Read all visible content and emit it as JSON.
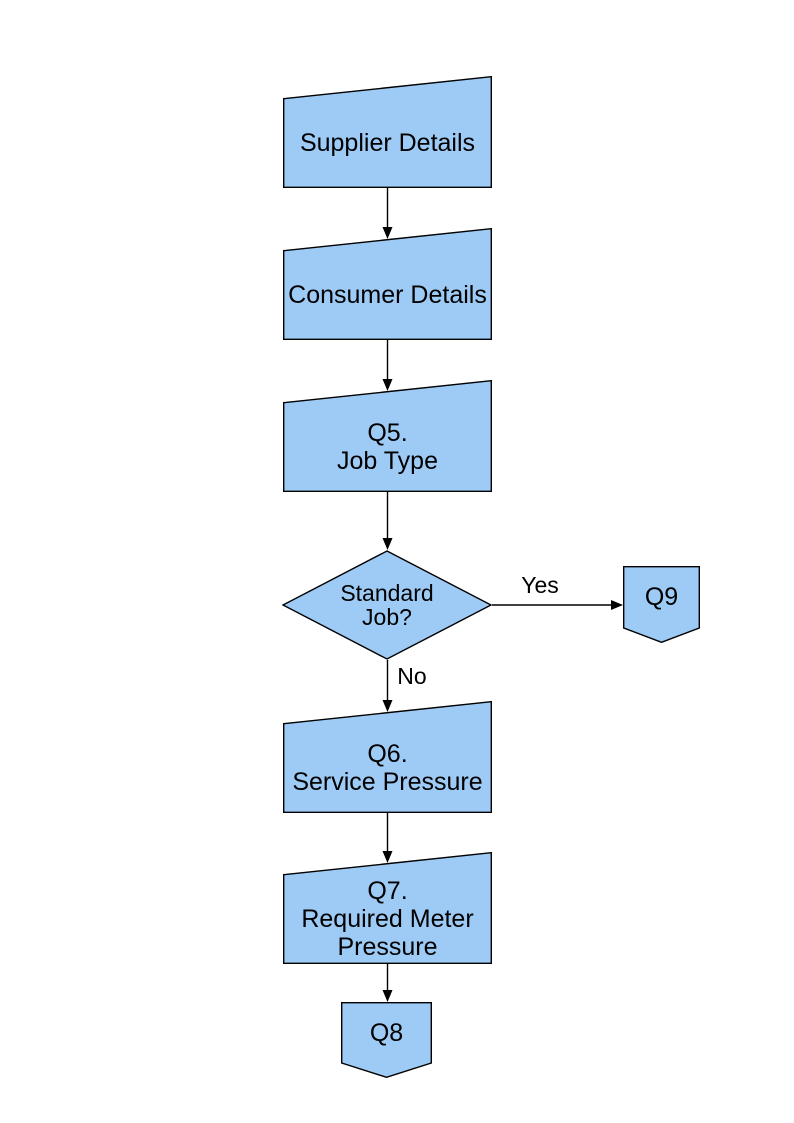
{
  "style": {
    "background": "#FFFFFF",
    "node_fill": "#9ECBF5",
    "node_border": "#000000",
    "connector_color": "#000000",
    "text_color": "#000000"
  },
  "nodes": {
    "supplier": {
      "label": "Supplier Details",
      "shape": "manual-operation"
    },
    "consumer": {
      "label": "Consumer Details",
      "shape": "manual-operation"
    },
    "q5": {
      "label": "Q5.\nJob Type",
      "shape": "manual-operation"
    },
    "decision": {
      "label": "Standard\nJob?",
      "shape": "decision-diamond"
    },
    "q9": {
      "label": "Q9",
      "shape": "off-page-connector"
    },
    "q6": {
      "label": "Q6.\nService Pressure",
      "shape": "manual-operation"
    },
    "q7": {
      "label": "Q7.\nRequired Meter\nPressure",
      "shape": "manual-operation"
    },
    "q8": {
      "label": "Q8",
      "shape": "off-page-connector"
    }
  },
  "edge_labels": {
    "yes": "Yes",
    "no": "No"
  }
}
